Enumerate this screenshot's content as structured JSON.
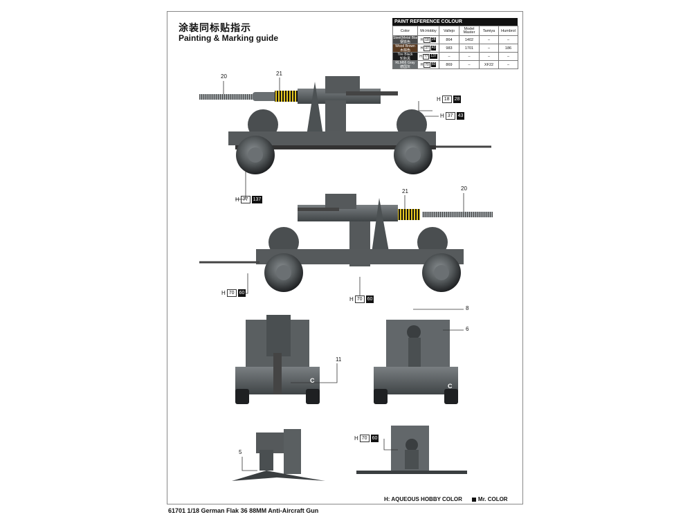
{
  "header": {
    "title_cn": "涂装同标贴指示",
    "title_en": "Painting & Marking guide"
  },
  "paint_table": {
    "title": "PAINT  REFERENCE COLOUR",
    "columns": [
      "Color",
      "Mr.Hobby",
      "Vallejo",
      "Model Master",
      "Tamiya",
      "Humbrol"
    ],
    "rows": [
      {
        "color_name": "Steel(Metal Black)",
        "color_cn": "钢铁色",
        "swatch": "#4a4a4a",
        "h_code": "18",
        "h_num": "28",
        "vallejo": "864",
        "model_master": "1402",
        "tamiya": "–",
        "humbrol": "–"
      },
      {
        "color_name": "Wood Brown",
        "color_cn": "木棕色",
        "swatch": "#5a3a20",
        "h_code": "37",
        "h_num": "43",
        "vallejo": "983",
        "model_master": "1701",
        "tamiya": "–",
        "humbrol": "186"
      },
      {
        "color_name": "Tire Black",
        "color_cn": "轮胎黑",
        "swatch": "#1a1a1a",
        "h_code": "77",
        "h_num": "137",
        "vallejo": "–",
        "model_master": "–",
        "tamiya": "–",
        "humbrol": "–"
      },
      {
        "color_name": "RLM66 Gray",
        "color_cn": "德国灰",
        "swatch": "#6a6e70",
        "h_code": "70",
        "h_num": "60",
        "vallejo": "869",
        "model_master": "–",
        "tamiya": "XF22",
        "humbrol": "–"
      }
    ]
  },
  "callouts": {
    "side_top_20": "20",
    "side_top_21": "21",
    "side_bot_21": "21",
    "side_bot_20": "20",
    "rear_11": "11",
    "front_8": "8",
    "front_6": "6",
    "small_5": "5"
  },
  "paint_labels": {
    "top_h18": {
      "prefix": "H",
      "code": "18",
      "num": "28"
    },
    "top_h37": {
      "prefix": "H",
      "code": "37",
      "num": "43"
    },
    "top_h77": {
      "prefix": "H",
      "code": "77",
      "num": "137"
    },
    "bot_h70_left": {
      "prefix": "H",
      "code": "70",
      "num": "60"
    },
    "bot_h70_mid": {
      "prefix": "H",
      "code": "70",
      "num": "60"
    },
    "small_h70": {
      "prefix": "H",
      "code": "70",
      "num": "60"
    }
  },
  "markings": {
    "c_left": "C",
    "c_right": "C"
  },
  "footer": {
    "product": "61701  1/18 German Flak 36 88MM Anti-Aircraft Gun",
    "aqueous": "H: AQUEOUS HOBBY COLOR",
    "mr_color": "Mr. COLOR"
  },
  "colors": {
    "vehicle_gray": "#5d6264",
    "vehicle_dark": "#3a3e40",
    "stripe_yellow": "#e8c820"
  }
}
